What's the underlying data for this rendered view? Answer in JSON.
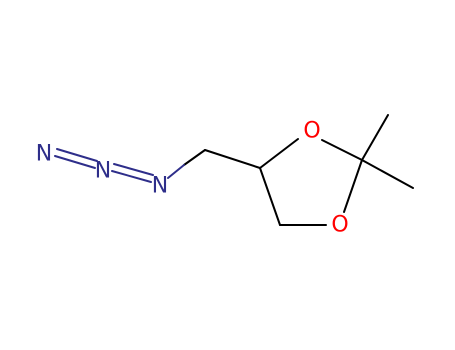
{
  "molecule": {
    "atoms": {
      "n_terminal": "N",
      "n_middle": "N",
      "n_inner": "N",
      "o_top": "O",
      "o_bottom": "O"
    },
    "colors": {
      "bond": "#000000",
      "nitrogen": "#2e2e8a",
      "oxygen": "#ff0000",
      "background": "#ffffff"
    }
  }
}
